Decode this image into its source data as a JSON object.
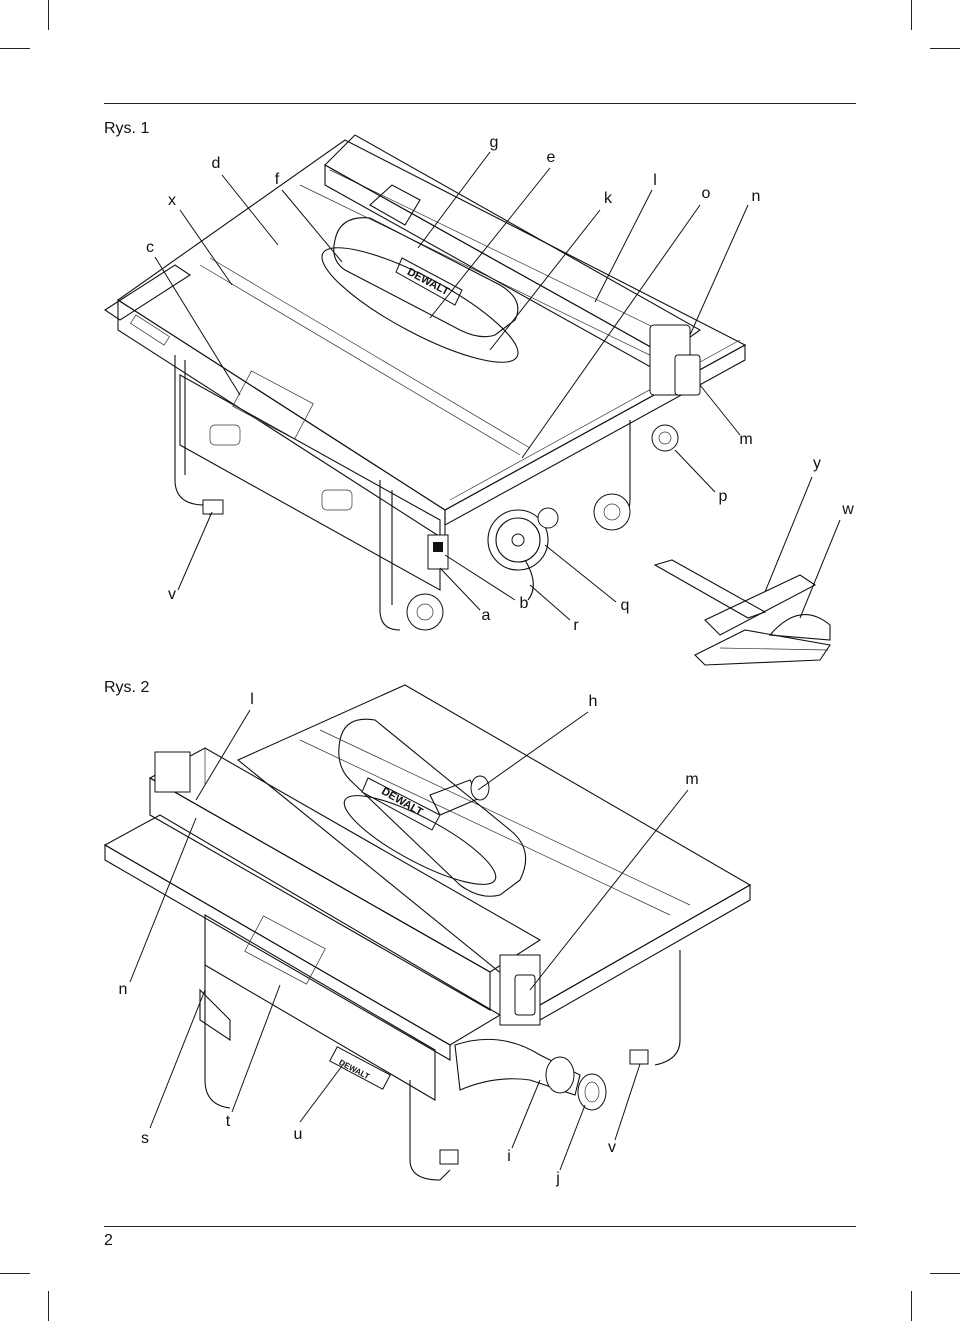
{
  "figure1": {
    "caption": "Rys. 1",
    "labels": [
      {
        "id": "g",
        "text": "g"
      },
      {
        "id": "e",
        "text": "e"
      },
      {
        "id": "d",
        "text": "d"
      },
      {
        "id": "f",
        "text": "f"
      },
      {
        "id": "x",
        "text": "x"
      },
      {
        "id": "k",
        "text": "k"
      },
      {
        "id": "l",
        "text": "l"
      },
      {
        "id": "o",
        "text": "o"
      },
      {
        "id": "n",
        "text": "n"
      },
      {
        "id": "c",
        "text": "c"
      },
      {
        "id": "m",
        "text": "m"
      },
      {
        "id": "y",
        "text": "y"
      },
      {
        "id": "p",
        "text": "p"
      },
      {
        "id": "w",
        "text": "w"
      },
      {
        "id": "v",
        "text": "v"
      },
      {
        "id": "b",
        "text": "b"
      },
      {
        "id": "a",
        "text": "a"
      },
      {
        "id": "r",
        "text": "r"
      },
      {
        "id": "q",
        "text": "q"
      }
    ]
  },
  "figure2": {
    "caption": "Rys. 2",
    "labels": [
      {
        "id": "l",
        "text": "l"
      },
      {
        "id": "h",
        "text": "h"
      },
      {
        "id": "m",
        "text": "m"
      },
      {
        "id": "n",
        "text": "n"
      },
      {
        "id": "s",
        "text": "s"
      },
      {
        "id": "t",
        "text": "t"
      },
      {
        "id": "u",
        "text": "u"
      },
      {
        "id": "i",
        "text": "i"
      },
      {
        "id": "v",
        "text": "v"
      },
      {
        "id": "j",
        "text": "j"
      }
    ]
  },
  "brand_mark": "DEWALT",
  "page_number": "2"
}
